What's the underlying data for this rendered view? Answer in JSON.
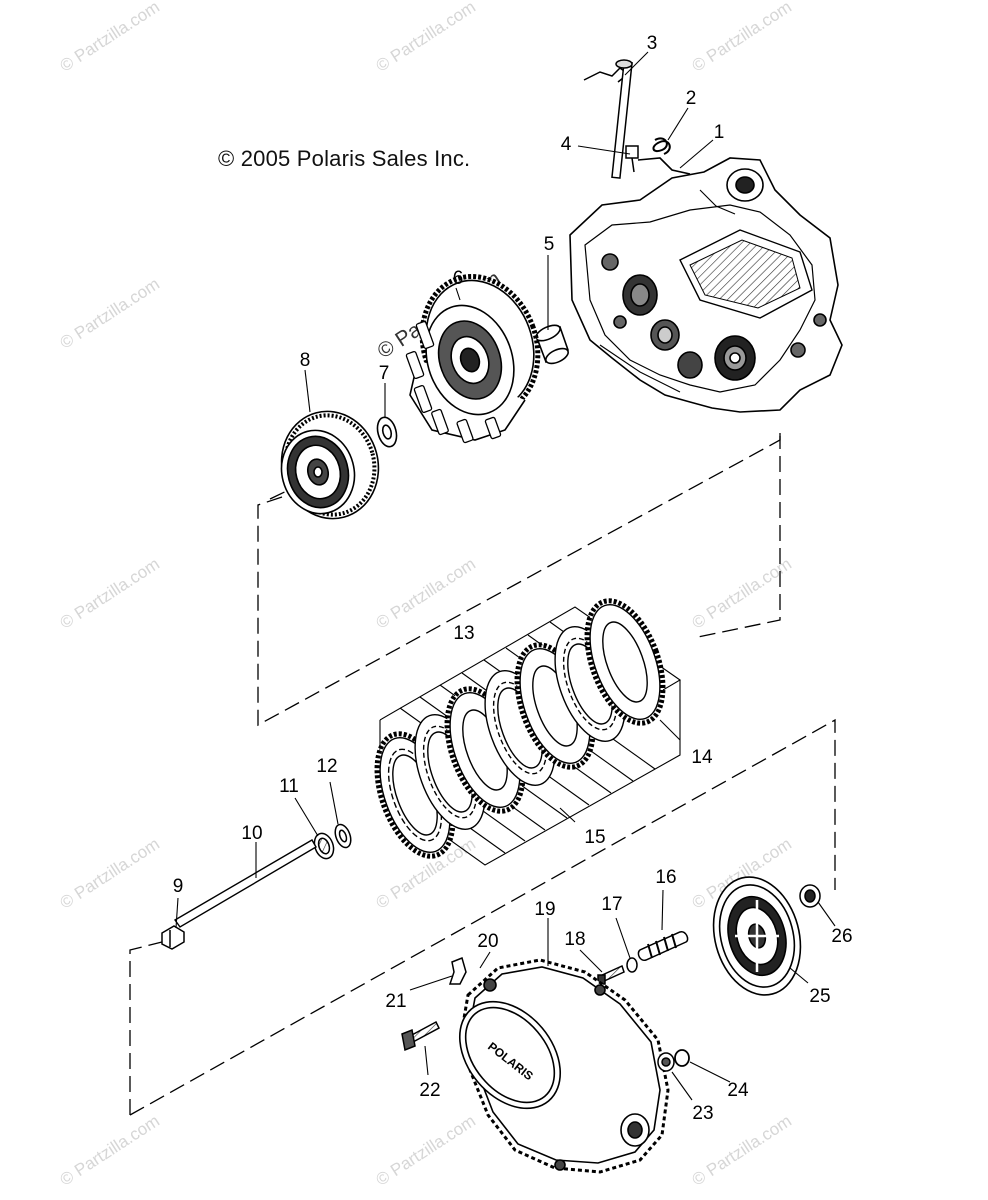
{
  "copyright": "© 2005 Polaris Sales Inc.",
  "watermark": "© Partzilla.com",
  "cover_logo": "POLARIS",
  "callouts": [
    "1",
    "2",
    "3",
    "4",
    "5",
    "6",
    "7",
    "8",
    "9",
    "10",
    "11",
    "12",
    "13",
    "14",
    "15",
    "16",
    "17",
    "18",
    "19",
    "20",
    "21",
    "22",
    "23",
    "24",
    "25",
    "26"
  ]
}
